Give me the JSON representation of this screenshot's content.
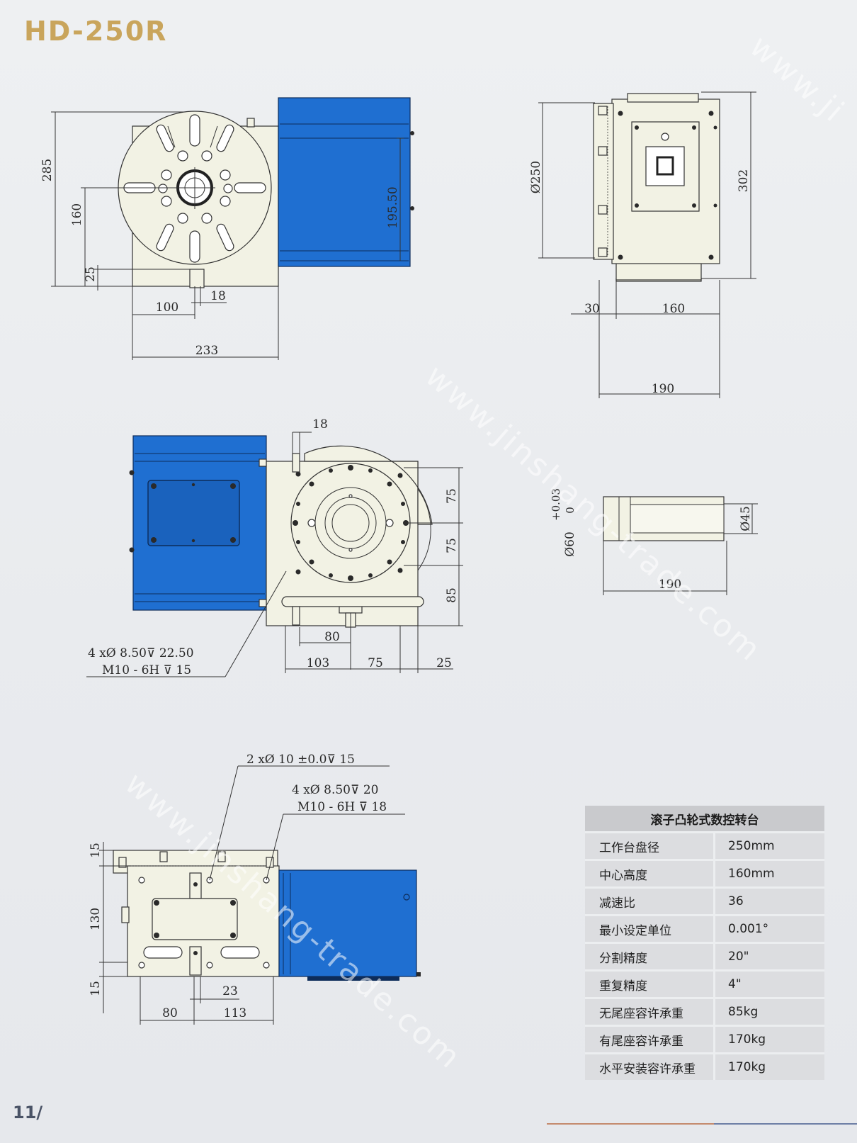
{
  "header": {
    "model": "HD-250R"
  },
  "footer": {
    "page": "11/"
  },
  "watermark": {
    "text": "www.jinshang-trade.com",
    "text_short": "www.ji"
  },
  "colors": {
    "motor_blue": "#1f6fd1",
    "title_gold": "#c9a55c",
    "body": "#f2f2e4"
  },
  "views": {
    "front": {
      "dims": {
        "overall_height": "285",
        "center_height": "160",
        "base": "25",
        "motor_flange": "195.50",
        "offset_100": "100",
        "offset_18": "18",
        "width_233": "233"
      }
    },
    "side": {
      "dims": {
        "table_dia": "Ø250",
        "height": "302",
        "left_30": "30",
        "width_160": "160",
        "total_190": "190"
      }
    },
    "top": {
      "dims": {
        "d18": "18",
        "d75a": "75",
        "d75b": "75",
        "d85": "85",
        "d80": "80",
        "d103": "103",
        "d75c": "75",
        "d25": "25"
      },
      "note": {
        "line1": "4 xØ  8.50⊽  22.50",
        "line2": "M10 - 6H ⊽  15"
      }
    },
    "shaft": {
      "dims": {
        "tol_plus": "+0.03",
        "tol_zero": "0",
        "outer": "Ø60",
        "inner": "Ø45",
        "length": "190"
      }
    },
    "bottom": {
      "dims": {
        "d15a": "15",
        "d130": "130",
        "d15b": "15",
        "d23": "23",
        "d80": "80",
        "d113": "113"
      },
      "note1": "2 xØ  10  ±0.0⊽  15",
      "note2a": "4 xØ  8.50⊽  20",
      "note2b": "M10 - 6H ⊽  18"
    }
  },
  "spec_table": {
    "title": "滚子凸轮式数控转台",
    "rows": [
      {
        "label": "工作台盘径",
        "value": "250mm"
      },
      {
        "label": "中心高度",
        "value": "160mm"
      },
      {
        "label": "减速比",
        "value": "36"
      },
      {
        "label": "最小设定单位",
        "value": "0.001°"
      },
      {
        "label": "分割精度",
        "value": "20\""
      },
      {
        "label": "重复精度",
        "value": "4\""
      },
      {
        "label": "无尾座容许承重",
        "value": "85kg"
      },
      {
        "label": "有尾座容许承重",
        "value": "170kg"
      },
      {
        "label": "水平安装容许承重",
        "value": "170kg"
      }
    ]
  }
}
